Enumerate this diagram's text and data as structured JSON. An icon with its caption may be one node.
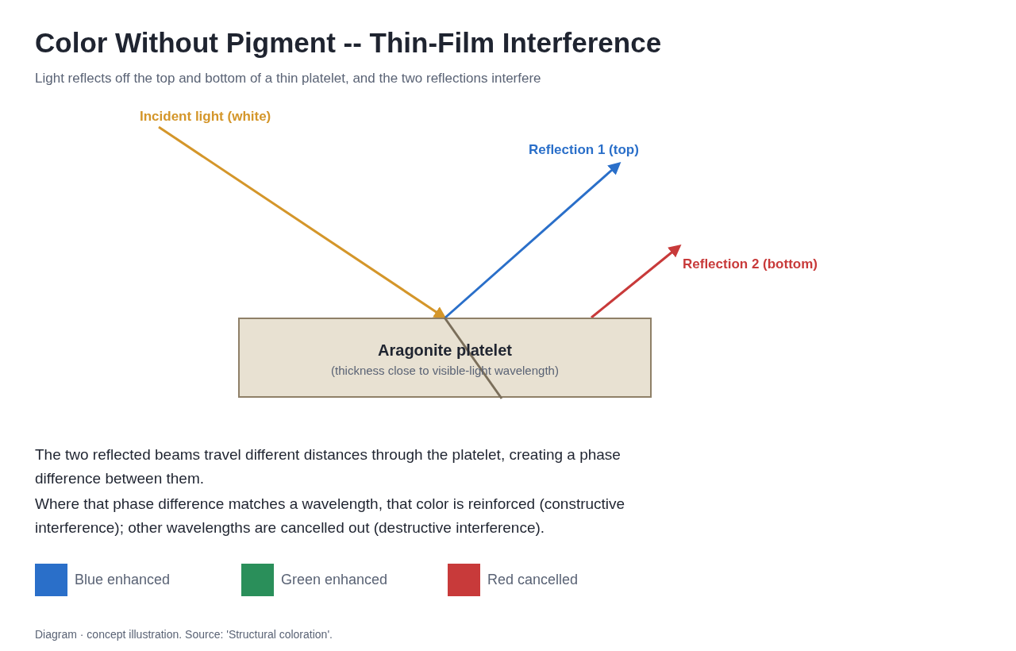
{
  "diagram": {
    "title": "Color Without Pigment -- Thin-Film Interference",
    "caption": "Diagram · concept illustration. Source: 'Structural coloration'.",
    "nodes": [
      {
        "text": [
          "Incident light (white)"
        ]
      },
      {
        "text": [
          "Reflection 1 (top)"
        ]
      },
      {
        "text": [
          "Reflection 2 (bottom)"
        ]
      },
      {
        "text": [
          "Aragonite platelet",
          "(thickness close to visible-light wavelength)"
        ]
      }
    ],
    "edges": [
      {
        "from": 0,
        "to": 3,
        "arrow": "to",
        "color": "#d4962a"
      },
      {
        "from": 3,
        "to": 1,
        "arrow": "to",
        "color": "#2a6fc9"
      },
      {
        "from": 3,
        "to": 2,
        "arrow": "to",
        "color": "#c83a3a"
      }
    ],
    "labels": [
      "Light reflects off the top and bottom of a thin platelet, and the two reflections interfere",
      "The two reflected beams travel different distances through the platelet, creating a phase difference between them.",
      "Where that phase difference matches a wavelength, that color is reinforced (constructive interference); other wavelengths are cancelled out (destructive interference)."
    ],
    "legend": [
      {
        "text": "Blue enhanced",
        "color": "#2a6fc9"
      },
      {
        "text": "Green enhanced",
        "color": "#2a8f5a"
      },
      {
        "text": "Red cancelled",
        "color": "#c83a3a"
      }
    ]
  }
}
